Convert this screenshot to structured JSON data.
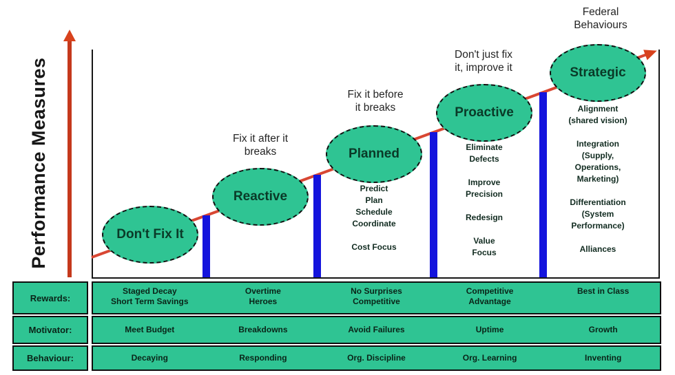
{
  "axis": {
    "label": "Performance Measures"
  },
  "colors": {
    "stage_green": "#2fc493",
    "separator_blue": "#1414dd",
    "arrow_red": "#d8421d",
    "border_black": "#101010"
  },
  "stages": [
    {
      "name": "Don't Fix It",
      "annotation": "",
      "details": ""
    },
    {
      "name": "Reactive",
      "annotation": "Fix it after it\nbreaks",
      "details": ""
    },
    {
      "name": "Planned",
      "annotation": "Fix it before\nit breaks",
      "details": "Predict\nPlan\nSchedule\nCoordinate\n\nCost Focus"
    },
    {
      "name": "Proactive",
      "annotation": "Don't just fix\nit, improve it",
      "details": "Eliminate\nDefects\n\nImprove\nPrecision\n\nRedesign\n\nValue\nFocus"
    },
    {
      "name": "Strategic",
      "annotation": "Federal\nBehaviours",
      "details": "Alignment\n(shared vision)\n\nIntegration\n(Supply,\nOperations,\nMarketing)\n\nDifferentiation\n(System\nPerformance)\n\nAlliances"
    }
  ],
  "table": {
    "rows": [
      {
        "label": "Rewards:",
        "cells": [
          "Staged Decay\nShort Term Savings",
          "Overtime\nHeroes",
          "No Surprises\nCompetitive",
          "Competitive\nAdvantage",
          "Best in Class"
        ]
      },
      {
        "label": "Motivator:",
        "cells": [
          "Meet Budget",
          "Breakdowns",
          "Avoid Failures",
          "Uptime",
          "Growth"
        ]
      },
      {
        "label": "Behaviour:",
        "cells": [
          "Decaying",
          "Responding",
          "Org. Discipline",
          "Org. Learning",
          "Inventing"
        ]
      }
    ]
  }
}
